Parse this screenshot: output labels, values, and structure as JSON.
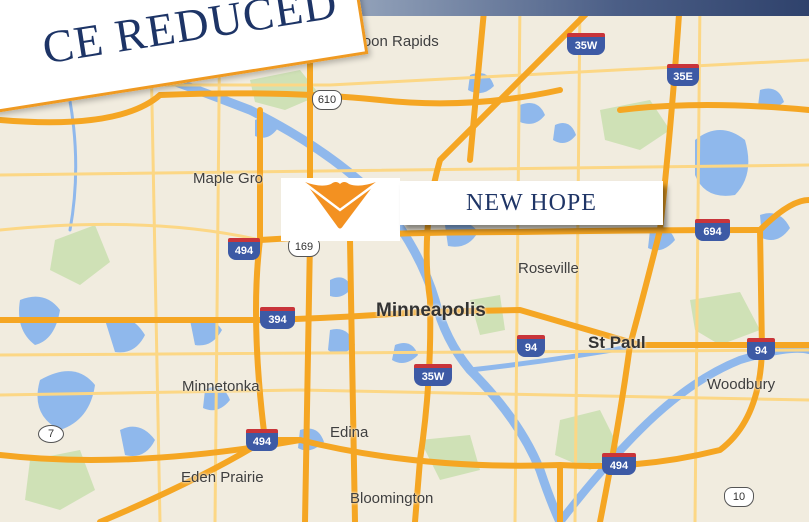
{
  "colors": {
    "land": "#f1ecdf",
    "water": "#8fb8ec",
    "park": "#cfe1b6",
    "freeway": "#f5a623",
    "minor_road": "#fcd785",
    "banner_navy": "#1f3566",
    "accent_orange": "#f39121"
  },
  "banner": {
    "price_text": "CE REDUCED",
    "location_label": "NEW HOPE",
    "marker_icon": "chevron-down-icon"
  },
  "cities": {
    "coon_rapids": "Coon Rapids",
    "maple_grove": "Maple Gro",
    "roseville": "Roseville",
    "minneapolis": "Minneapolis",
    "st_paul": "St Paul",
    "minnetonka": "Minnetonka",
    "woodbury": "Woodbury",
    "edina": "Edina",
    "eden_prairie": "Eden Prairie",
    "bloomington": "Bloomington"
  },
  "highway_shields": {
    "i35w_north": "35W",
    "i35e": "35E",
    "us610": "610",
    "i494_west": "494",
    "us169": "169",
    "i694": "694",
    "i394": "394",
    "i94_mid": "94",
    "i35w_south": "35W",
    "i94_east": "94",
    "mn7": "7",
    "i494_south": "494",
    "i494_se": "494",
    "mn10": "10"
  }
}
